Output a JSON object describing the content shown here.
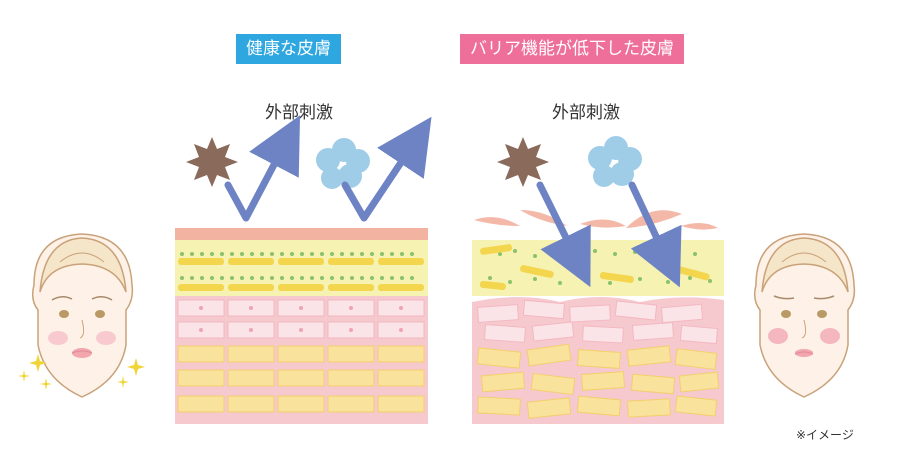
{
  "labels": {
    "healthy_skin": "健康な皮膚",
    "damaged_skin": "バリア機能が低下した皮膚"
  },
  "stimulus_left": "外部刺激",
  "stimulus_right": "外部刺激",
  "note": "※イメージ",
  "icons": {
    "irritant_star": "spiky-star-icon",
    "irritant_cloud": "cloud-icon",
    "sparkle": "sparkle-icon",
    "arrow": "arrow-icon"
  },
  "colors": {
    "healthy_label_bg": "#2ea7e0",
    "damaged_label_bg": "#ef6f9b",
    "arrow": "#6d83c4",
    "star": "#8a6a5b",
    "cloud": "#9fcde8",
    "skin_surface": "#f2b3a0",
    "lipid_layer": "#f6f2b2",
    "lipid_bar": "#f3d54e",
    "dermis_pink": "#f6c9cf",
    "dermis_yellow": "#f8e29c"
  }
}
